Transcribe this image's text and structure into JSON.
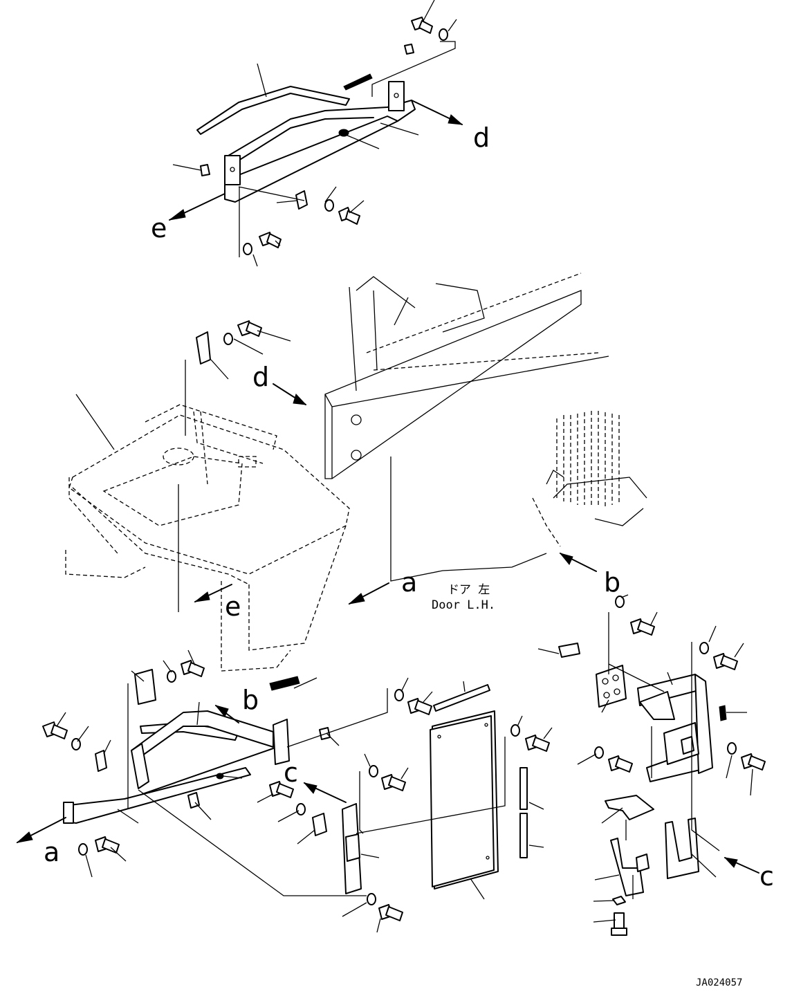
{
  "diagram": {
    "callouts": {
      "a_top": "a",
      "a_bottom": "a",
      "b_top": "b",
      "b_bottom": "b",
      "c_left": "c",
      "c_right": "c",
      "d_top": "d",
      "d_mid": "d",
      "e_top": "e",
      "e_mid": "e"
    },
    "door_label_jp": "ドア 左",
    "door_label_en": "Door L.H.",
    "document_id": "JA024057"
  }
}
